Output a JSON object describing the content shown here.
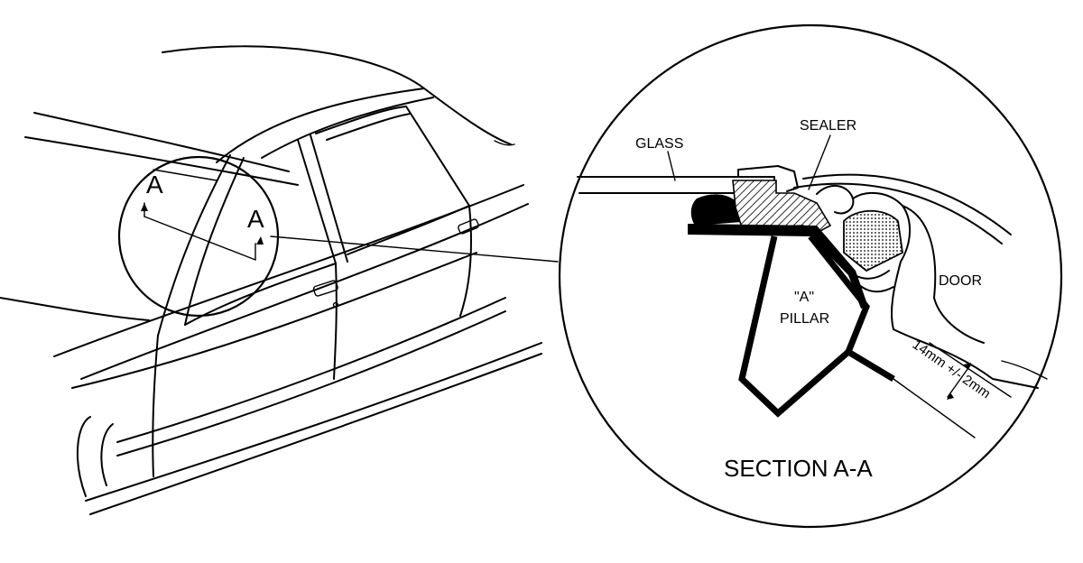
{
  "labels": {
    "section_marker_left": "A",
    "section_marker_right": "A",
    "glass": "GLASS",
    "sealer": "SEALER",
    "a_pillar_line1": "\"A\"",
    "a_pillar_line2": "PILLAR",
    "door": "DOOR",
    "dimension": "14mm +/- 2mm",
    "section_title": "SECTION A-A"
  }
}
